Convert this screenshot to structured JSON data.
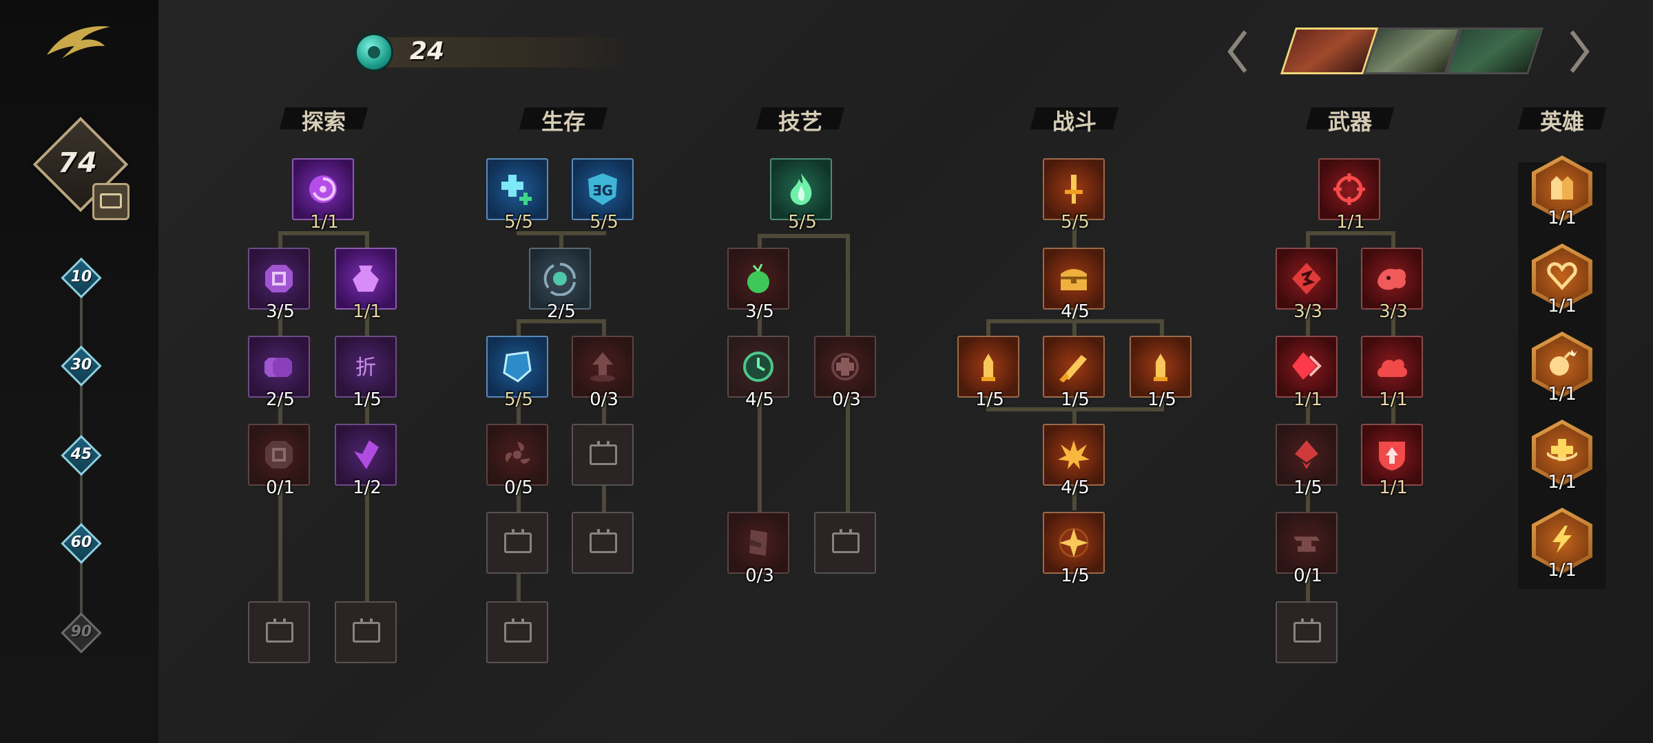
{
  "sidebar": {
    "logo": "game-logo",
    "level": "74",
    "milestones": [
      {
        "label": "10",
        "state": "unlocked"
      },
      {
        "label": "30",
        "state": "unlocked"
      },
      {
        "label": "45",
        "state": "unlocked"
      },
      {
        "label": "60",
        "state": "unlocked"
      },
      {
        "label": "90",
        "state": "locked"
      }
    ]
  },
  "currency": {
    "icon": "gem-icon",
    "value": "24"
  },
  "columns": {
    "explore": "探索",
    "survive": "生存",
    "skill": "技艺",
    "combat": "战斗",
    "weapon": "武器",
    "hero": "英雄"
  },
  "talents": {
    "explore": {
      "t1": "1/1",
      "t2a": "3/5",
      "t2b": "1/1",
      "t3a": "2/5",
      "t3b": "1/5",
      "t4a": "0/1",
      "t4b": "1/2"
    },
    "survive": {
      "t1a": "5/5",
      "t1b": "5/5",
      "t2": "2/5",
      "t3a": "5/5",
      "t3b": "0/3",
      "t4a": "0/5"
    },
    "skill": {
      "t1": "5/5",
      "t2": "3/5",
      "t3a": "4/5",
      "t3b": "0/3",
      "t4a": "0/3"
    },
    "combat": {
      "t1": "5/5",
      "t2": "4/5",
      "t3a": "1/5",
      "t3b": "1/5",
      "t3c": "1/5",
      "t4": "4/5",
      "t5": "1/5"
    },
    "weapon": {
      "t1": "1/1",
      "t2a": "3/3",
      "t2b": "3/3",
      "t3a": "1/1",
      "t3b": "1/1",
      "t4a": "1/5",
      "t4b": "1/1",
      "t5": "0/1"
    },
    "hero": [
      "1/1",
      "1/1",
      "1/1",
      "1/1",
      "1/1"
    ]
  },
  "colors": {
    "accent_gold": "#b9a57d",
    "milestone_blue": "#8fd0e0",
    "combat": "#9e3a14",
    "weapon": "#8a1a1e"
  }
}
